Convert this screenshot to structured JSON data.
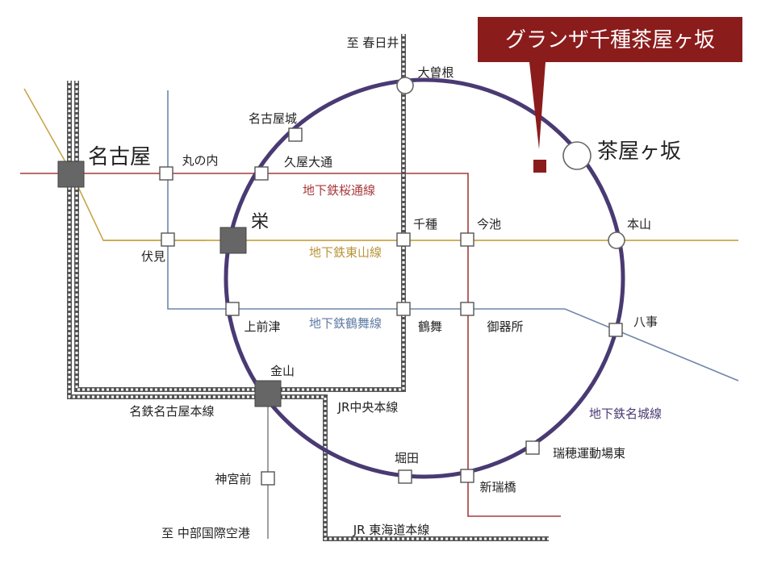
{
  "colors": {
    "meijo": "#4a3a73",
    "sakuradori": "#a83a3c",
    "higashiyama": "#c7a64a",
    "tsurumai": "#6f86ab",
    "jr": "#666666",
    "meitetsu": "#555555",
    "property": "#8b1c1c",
    "text_dark": "#222222"
  },
  "callout": {
    "title": "グランザ千種茶屋ヶ坂"
  },
  "directions": {
    "kasugai": "至 春日井",
    "airport": "至 中部国際空港"
  },
  "lines": {
    "sakuradori": "地下鉄桜通線",
    "higashiyama": "地下鉄東山線",
    "tsurumai": "地下鉄鶴舞線",
    "meijo": "地下鉄名城線",
    "jr_chuo": "JR中央本線",
    "jr_tokaido": "JR 東海道本線",
    "meitetsu": "名鉄名古屋本線"
  },
  "stations": {
    "nagoya": "名古屋",
    "marunouchi": "丸の内",
    "nagoyajo": "名古屋城",
    "hisaya": "久屋大通",
    "ozone": "大曽根",
    "chayagasaka": "茶屋ヶ坂",
    "motoyama": "本山",
    "imaike": "今池",
    "chikusa": "千種",
    "sakae": "栄",
    "fushimi": "伏見",
    "kamimaezu": "上前津",
    "tsurumai": "鶴舞",
    "gokiso": "御器所",
    "yagoto": "八事",
    "kanayama": "金山",
    "jingumae": "神宮前",
    "horita": "堀田",
    "aratamabashi": "新瑞橋",
    "mizuho": "瑞穂運動場東"
  },
  "icons": {
    "transfer": "station-square-icon",
    "major": "major-station-square-icon",
    "round": "station-circle-icon",
    "property": "property-marker-icon"
  }
}
